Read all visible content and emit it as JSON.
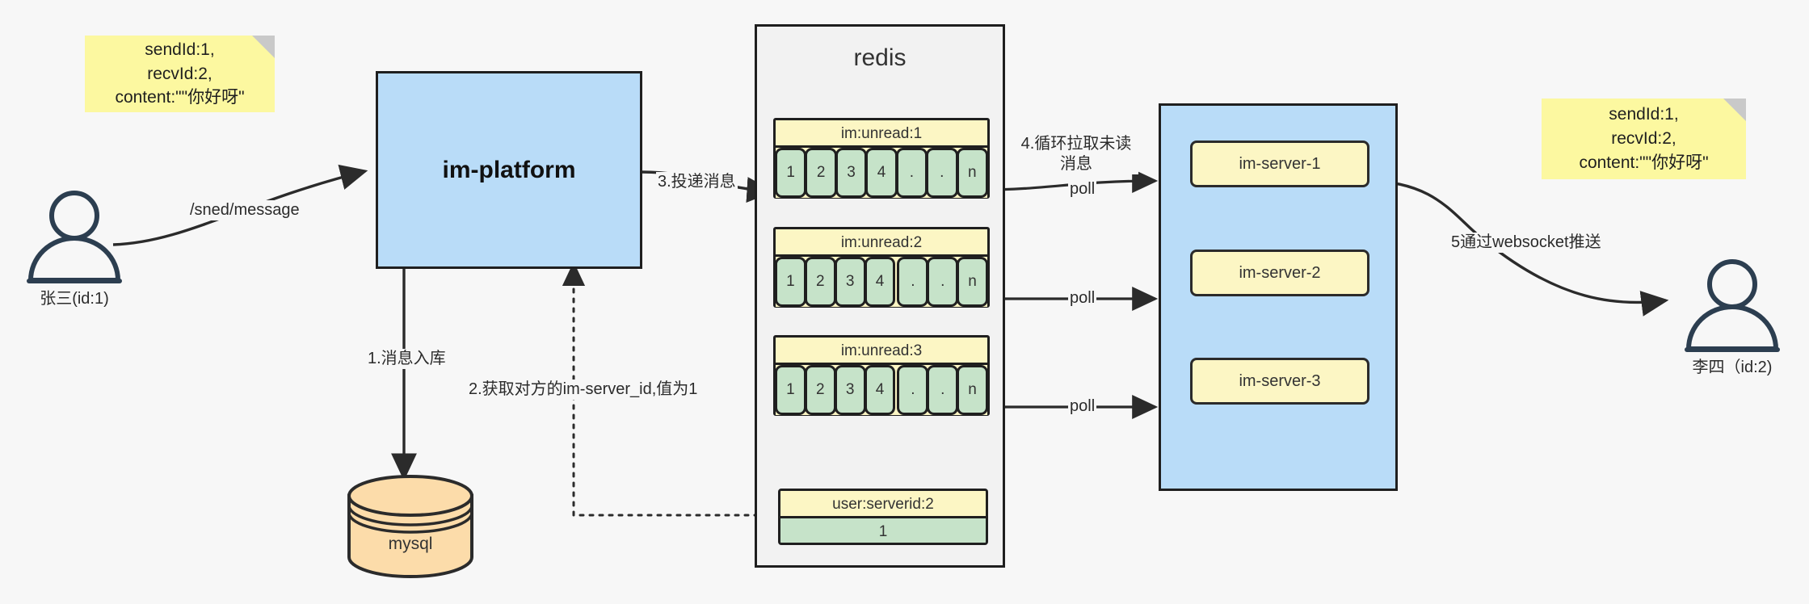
{
  "diagram": {
    "title": "IM message delivery architecture",
    "background": "#f7f7f7"
  },
  "colors": {
    "blue_fill": "#b9dcf8",
    "yellow_note": "#fcf8a0",
    "yellow_pale": "#fcf6c4",
    "green_cell": "#c6e3c9",
    "orange_db": "#fcdcaa",
    "stroke": "#1f1f1f",
    "actor_stroke": "#2c3e50"
  },
  "notes": {
    "left": {
      "lines": [
        "sendId:1,",
        "recvId:2,",
        "content:\"\"你好呀\""
      ]
    },
    "right": {
      "lines": [
        "sendId:1,",
        "recvId:2,",
        "content:\"\"你好呀\""
      ]
    }
  },
  "actors": {
    "sender": {
      "label": "张三(id:1)",
      "icon": "person-icon"
    },
    "receiver": {
      "label": "李四（id:2)",
      "icon": "person-icon"
    }
  },
  "platform": {
    "label": "im-platform"
  },
  "database": {
    "label": "mysql",
    "icon": "database-cylinder-icon"
  },
  "redis": {
    "title": "redis",
    "queues": [
      {
        "key": "im:unread:1",
        "cells": [
          "1",
          "2",
          "3",
          "4",
          ".",
          ".",
          "n"
        ]
      },
      {
        "key": "im:unread:2",
        "cells": [
          "1",
          "2",
          "3",
          "4",
          ".",
          ".",
          "n"
        ]
      },
      {
        "key": "im:unread:3",
        "cells": [
          "1",
          "2",
          "3",
          "4",
          ".",
          ".",
          "n"
        ]
      }
    ],
    "kv": {
      "key": "user:serverid:2",
      "value": "1"
    }
  },
  "server_cluster": {
    "servers": [
      {
        "label": "im-server-1"
      },
      {
        "label": "im-server-2"
      },
      {
        "label": "im-server-3"
      }
    ]
  },
  "edges": {
    "send_message": "/sned/message",
    "step1": "1.消息入库",
    "step2": "2.获取对方的im-server_id,值为1",
    "step3": "3.投递消息",
    "step4": "4.循环拉取未读消息",
    "poll1": "poll",
    "poll2": "poll",
    "poll3": "poll",
    "step5": "5通过websocket推送"
  }
}
